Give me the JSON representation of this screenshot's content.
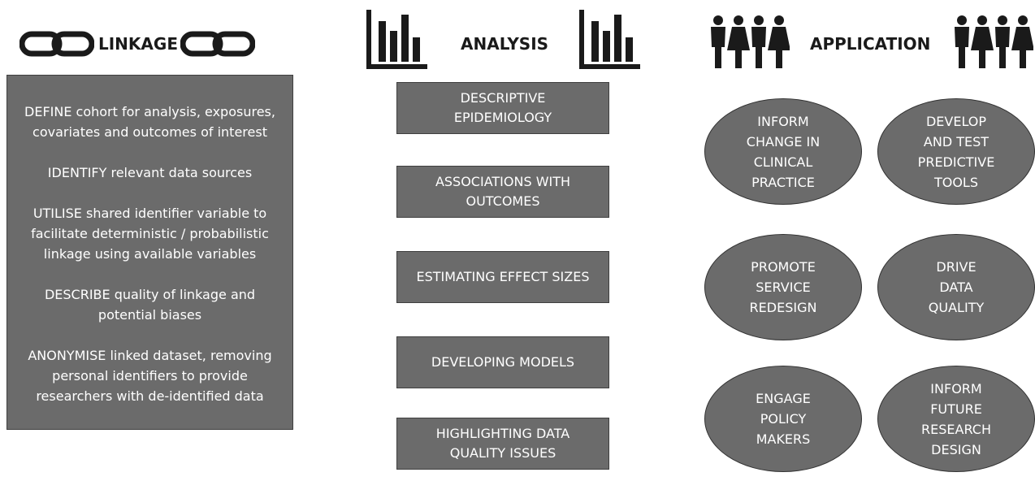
{
  "linkage": {
    "title": "LINKAGE",
    "icon_left": "chain-link-icon",
    "icon_right": "chain-link-icon",
    "items": [
      "DEFINE cohort for analysis, exposures, covariates and outcomes of interest",
      "IDENTIFY relevant data sources",
      "UTILISE shared identifier variable to facilitate deterministic / probabilistic linkage using available variables",
      "DESCRIBE quality of linkage and potential biases",
      "ANONYMISE linked dataset, removing personal identifiers to provide researchers with de-identified data"
    ]
  },
  "analysis": {
    "title": "ANALYSIS",
    "icon_left": "bar-chart-icon",
    "icon_right": "bar-chart-icon",
    "boxes": [
      "DESCRIPTIVE\nEPIDEMIOLOGY",
      "ASSOCIATIONS WITH\nOUTCOMES",
      "ESTIMATING EFFECT SIZES",
      "DEVELOPING MODELS",
      "HIGHLIGHTING DATA\nQUALITY ISSUES"
    ]
  },
  "application": {
    "title": "APPLICATION",
    "icon_left": "people-group-icon",
    "icon_right": "people-group-icon",
    "ovals": [
      "INFORM\nCHANGE IN\nCLINICAL\nPRACTICE",
      "DEVELOP\nAND TEST\nPREDICTIVE\nTOOLS",
      "PROMOTE\nSERVICE\nREDESIGN",
      "DRIVE\nDATA\nQUALITY",
      "ENGAGE\nPOLICY\nMAKERS",
      "INFORM\nFUTURE\nRESEARCH\nDESIGN"
    ]
  },
  "colors": {
    "fill": "#6b6b6b",
    "border": "#3f3f3f",
    "text": "#ffffff",
    "heading": "#1a1a1a"
  }
}
